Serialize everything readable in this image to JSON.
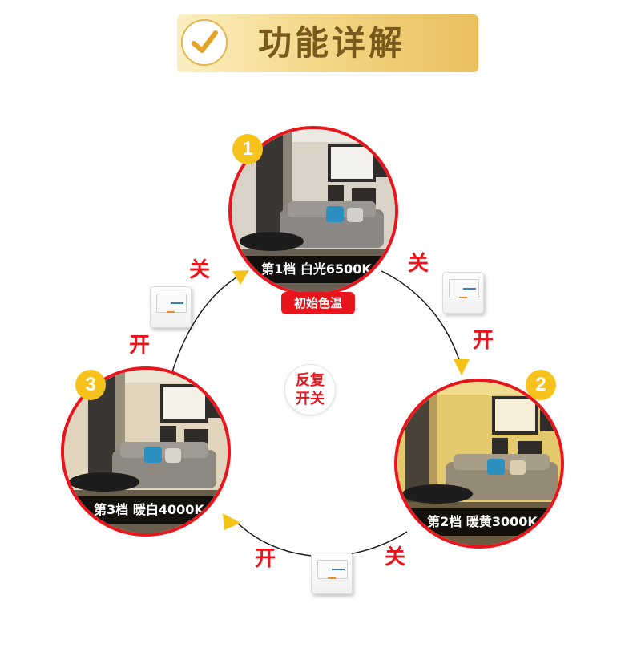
{
  "header": {
    "title": "功能详解"
  },
  "center": {
    "line1": "反复",
    "line2": "开关"
  },
  "modes": [
    {
      "number": "1",
      "caption": "第1档 白光6500K",
      "tag": "初始色温"
    },
    {
      "number": "2",
      "caption": "第2档 暖黄3000K"
    },
    {
      "number": "3",
      "caption": "第3档 暖白4000K"
    }
  ],
  "transitions": {
    "top_left_label": "关",
    "left_label": "开",
    "top_right_label": "关",
    "right_label": "开",
    "bottom_left_label": "开",
    "bottom_right_label": "关"
  },
  "colors": {
    "accent_red": "#e8151c",
    "arrow_yellow": "#f5c318",
    "banner_gold": "#e9bf5c"
  },
  "icons": [
    "checkmark-icon",
    "wall-switch-icon",
    "arrow-icon"
  ]
}
